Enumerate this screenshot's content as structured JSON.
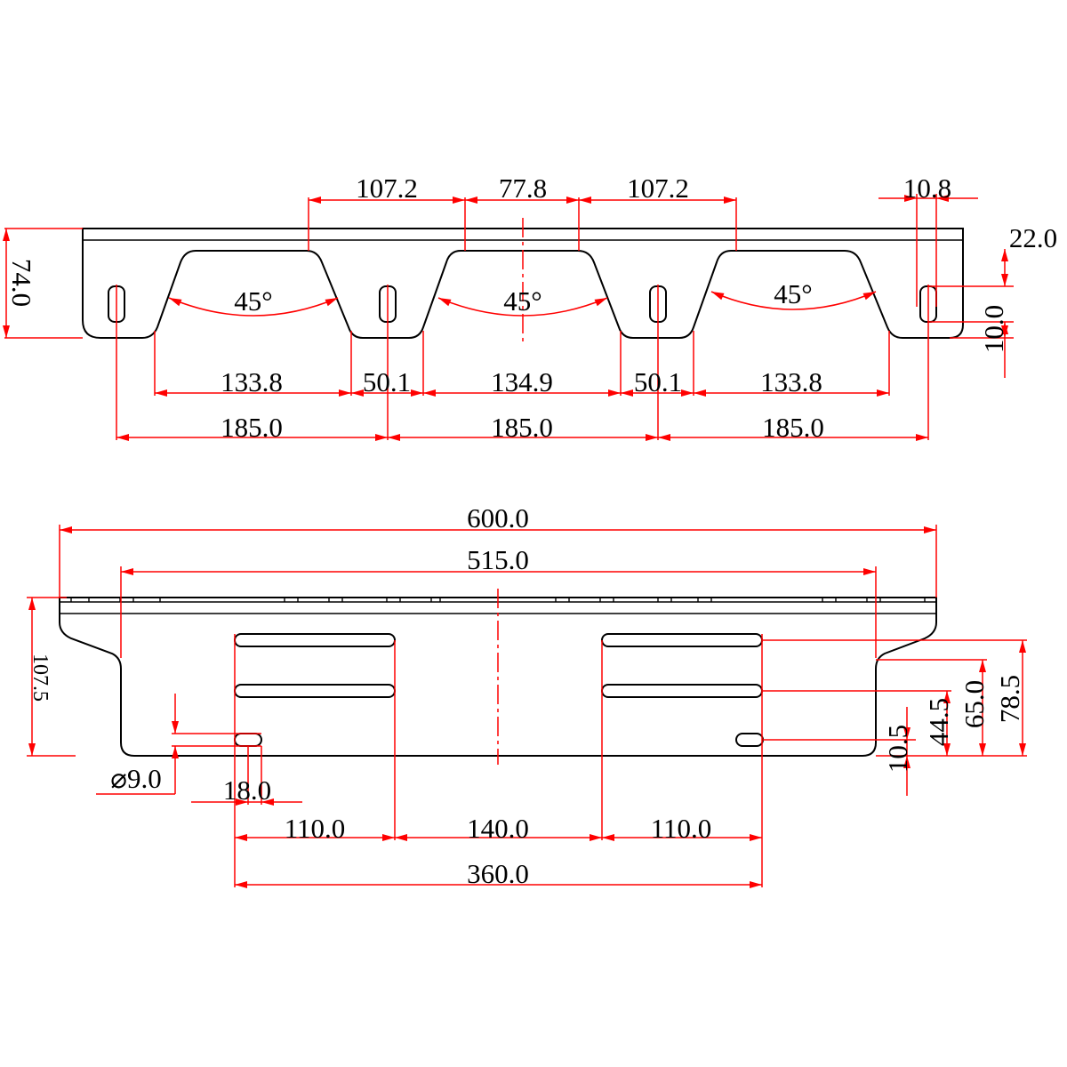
{
  "top_view": {
    "dims": {
      "gap_left": "107.2",
      "gap_center": "77.8",
      "gap_right": "107.2",
      "slot_width": "10.8",
      "slot_offset": "22.0",
      "height": "74.0",
      "slot_length": "10.0",
      "notch_left": "133.8",
      "tab_left": "50.1",
      "notch_center": "134.9",
      "tab_right": "50.1",
      "notch_right": "133.8",
      "pitch_1": "185.0",
      "pitch_2": "185.0",
      "pitch_3": "185.0"
    },
    "angles": [
      "45°",
      "45°",
      "45°"
    ]
  },
  "bottom_view": {
    "dims": {
      "overall_length": "600.0",
      "body_length": "515.0",
      "height": "107.5",
      "hole_diameter": "⌀9.0",
      "hole_length": "18.0",
      "slot_left": "110.0",
      "slot_gap": "140.0",
      "slot_right": "110.0",
      "slot_span": "360.0",
      "hole_height": "10.5",
      "slot_low": "44.5",
      "body_height": "65.0",
      "slot_high": "78.5"
    }
  },
  "colors": {
    "dimension": "#ff0000",
    "outline": "#000000"
  }
}
